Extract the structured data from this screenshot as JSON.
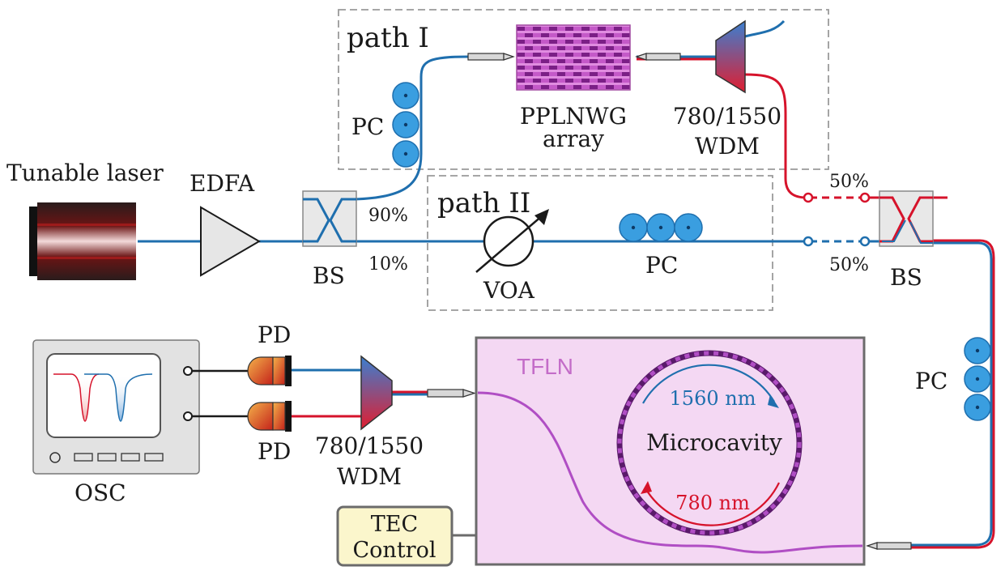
{
  "labels": {
    "tunable_laser": "Tunable laser",
    "edfa": "EDFA",
    "bs_left": "BS",
    "bs_right": "BS",
    "split_90": "90%",
    "split_10": "10%",
    "split_50_top": "50%",
    "split_50_bottom": "50%",
    "path_1": "path I",
    "path_2": "path II",
    "pc_path1": "PC",
    "pc_path2": "PC",
    "pc_right": "PC",
    "ppln_line1": "PPLNWG",
    "ppln_line2": "array",
    "wdm_top_line1": "780/1550",
    "wdm_top_line2": "WDM",
    "wdm_bottom_line1": "780/1550",
    "wdm_bottom_line2": "WDM",
    "voa": "VOA",
    "pd_top": "PD",
    "pd_bottom": "PD",
    "osc": "OSC",
    "tfln": "TFLN",
    "wl_1560": "1560 nm",
    "wl_780": "780 nm",
    "microcavity": "Microcavity",
    "tec_line1": "TEC",
    "tec_line2": "Control"
  },
  "colors": {
    "fiber_1550": "#1f6fae",
    "fiber_780": "#d6132b",
    "chip_waveguide": "#b04ec4",
    "chip_fill": "#f4d8f3",
    "tec_fill": "#fbf6cc",
    "pc_paddle": "#3a9ee0"
  }
}
